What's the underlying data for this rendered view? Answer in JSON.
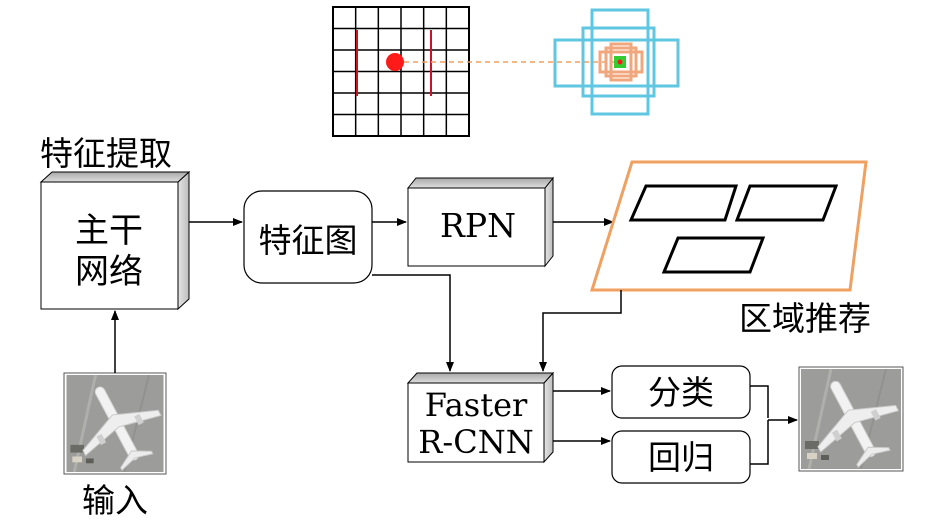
{
  "labels": {
    "feature_extraction": "特征提取",
    "backbone_line1": "主干",
    "backbone_line2": "网络",
    "feature_map": "特征图",
    "rpn": "RPN",
    "region_proposal": "区域推荐",
    "faster_line1": "Faster",
    "faster_line2": "R-CNN",
    "classification": "分类",
    "regression": "回归",
    "input": "输入"
  },
  "colors": {
    "line": "#000000",
    "anchor_dot": "#ff1a1a",
    "grid_mark": "#d01020",
    "anchor_large": "#5fc7e2",
    "anchor_small": "#f1a77d",
    "anchor_center": "#33cc33",
    "proposal_frame": "#f0a060",
    "box_face": "#ffffff",
    "box_side": "#d6d6d6",
    "box_top": "#bcbcbc",
    "airport_ground": "#9a9a98"
  },
  "icons": {
    "input_image": "airplane-aerial-photo",
    "output_image": "airplane-aerial-photo"
  }
}
